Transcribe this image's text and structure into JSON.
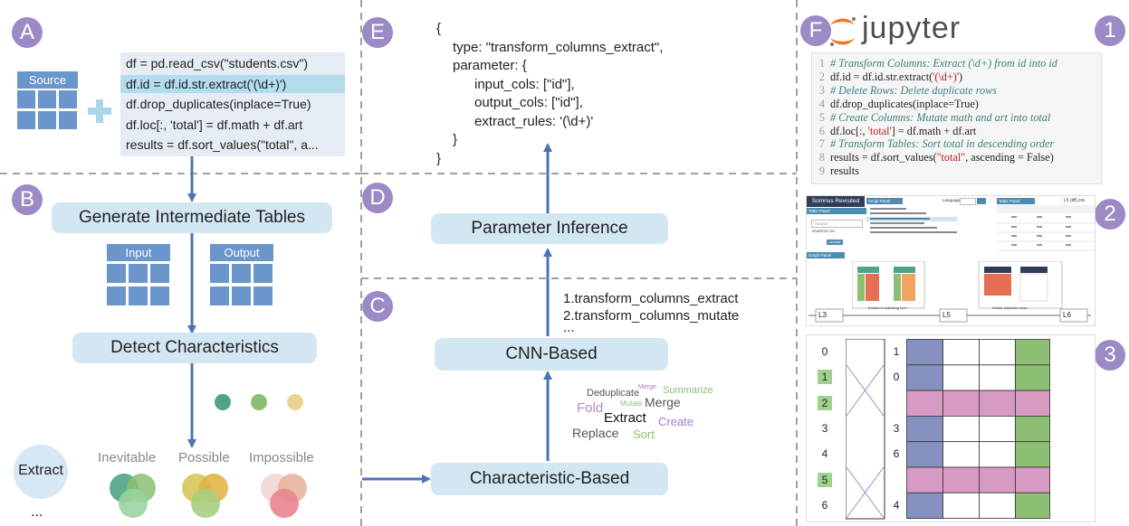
{
  "labels": {
    "a": "A",
    "b": "B",
    "c": "C",
    "d": "D",
    "e": "E",
    "f": "F"
  },
  "badges": {
    "b1": "1",
    "b2": "2",
    "b3": "3"
  },
  "panel_a": {
    "source_label": "Source",
    "code": [
      "df = pd.read_csv(\"students.csv\")",
      "df.id = df.id.str.extract('(\\d+)')",
      "df.drop_duplicates(inplace=True)",
      "df.loc[:, 'total'] = df.math + df.art",
      "results = df.sort_values(\"total\", a..."
    ]
  },
  "panel_b": {
    "generate": "Generate Intermediate Tables",
    "input_label": "Input",
    "output_label": "Output",
    "detect": "Detect Characteristics",
    "extract": "Extract",
    "ellipsis": "...",
    "inevitable": "Inevitable",
    "possible": "Possible",
    "impossible": "Impossible"
  },
  "panel_c": {
    "cnn": "CNN-Based",
    "characteristic": "Characteristic-Based",
    "candidates": [
      "1.transform_columns_extract",
      "2.transform_columns_mutate",
      "..."
    ],
    "words": {
      "deduplicate": "Deduplicate",
      "merge_small": "Merge",
      "summarize": "Summarize",
      "fold": "Fold",
      "mutate": "Mutate",
      "merge": "Merge",
      "extract": "Extract",
      "create": "Create",
      "replace": "Replace",
      "sort": "Sort"
    }
  },
  "panel_d": {
    "parameter_inference": "Parameter Inference"
  },
  "panel_e": {
    "json_lines": [
      "{",
      "type: \"transform_columns_extract\",",
      "parameter: {",
      "input_cols: [\"id\"],",
      "output_cols: [\"id\"],",
      "extract_rules: '(\\d+)'",
      "}",
      "}"
    ]
  },
  "panel_f": {
    "jupyter": "jupyter",
    "line_numbers": [
      "1",
      "2",
      "3",
      "4",
      "5",
      "6",
      "7",
      "8",
      "9"
    ],
    "notebook_lines": [
      {
        "type": "comment",
        "text": "# Transform Columns: Extract (\\d+) from id into id"
      },
      {
        "type": "code",
        "parts": [
          [
            "df.id = df.id.str.extract(",
            "c"
          ],
          [
            "'(\\d+)'",
            "s"
          ],
          [
            ")",
            "c"
          ]
        ]
      },
      {
        "type": "comment",
        "text": "# Delete Rows: Delete duplicate rows"
      },
      {
        "type": "code",
        "parts": [
          [
            "df.drop_duplicates(inplace=True)",
            "c"
          ]
        ]
      },
      {
        "type": "comment",
        "text": "# Create Columns: Mutate math and art into total"
      },
      {
        "type": "code",
        "parts": [
          [
            "df.loc[:, ",
            "c"
          ],
          [
            "'total'",
            "s"
          ],
          [
            "] = df.math + df.art",
            "c"
          ]
        ]
      },
      {
        "type": "comment",
        "text": "# Transform Tables: Sort total in descending order"
      },
      {
        "type": "code",
        "parts": [
          [
            "results = df.sort_values(",
            "c"
          ],
          [
            "\"total\"",
            "s"
          ],
          [
            ", ascending = False)",
            "c"
          ]
        ]
      },
      {
        "type": "code",
        "parts": [
          [
            "results",
            "c"
          ]
        ]
      }
    ],
    "mini": {
      "title": "Somnus Revisited",
      "script_panel": "Script Panel",
      "table_panel_left": "Table Panel",
      "table_panel_right": "Table Panel",
      "graph_panel": "Graph Panel",
      "language": "Language",
      "upload": "Upload",
      "source": "Source",
      "file": "students.csv",
      "table_title": "L5 (df).csv",
      "caption_extract": "Extract id matching \\\\d+/",
      "caption_delete": "Delete duplicate rows",
      "l3": "L3",
      "l5": "L5",
      "l6": "L6"
    },
    "index_left": [
      "0",
      "1",
      "2",
      "3",
      "4",
      "5",
      "6"
    ],
    "index_right": [
      "1",
      "0",
      "",
      "3",
      "6",
      "",
      "4"
    ],
    "highlight_rows": [
      1,
      2,
      5
    ]
  },
  "colors": {
    "label_purple": "#9c8ac6",
    "pill_blue": "#d3e7f3",
    "table_blue": "#6b96cb",
    "arrow_blue": "#4e73b5",
    "code_bg": "#e5ecf3",
    "code_hl": "#b3dced",
    "green": "#8cbf73",
    "pink": "#d79ac3",
    "slate": "#8691c0"
  }
}
